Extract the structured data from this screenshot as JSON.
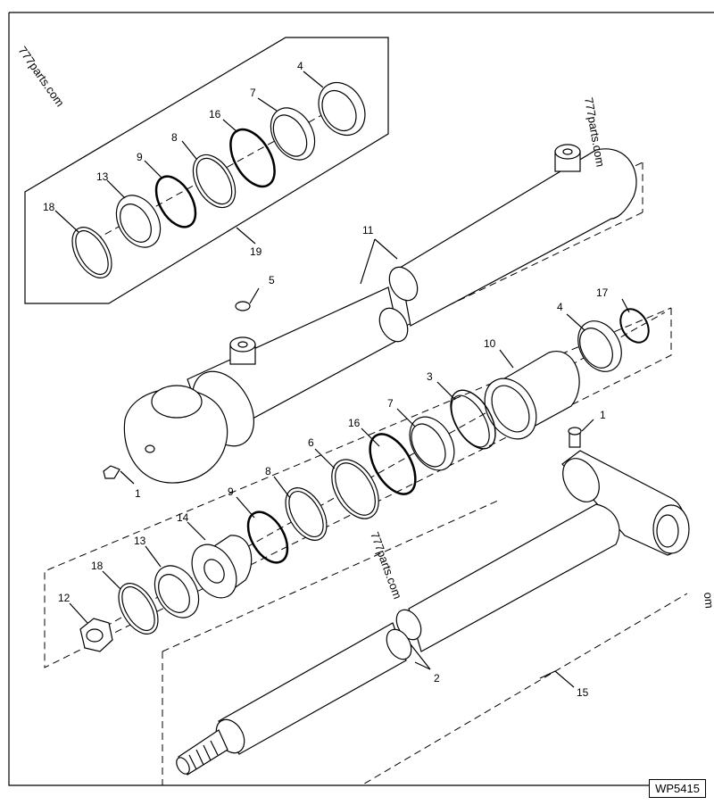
{
  "figure_id": "WP5415",
  "watermarks": [
    "777parts.com",
    "777parts.com",
    "777parts.com",
    "om"
  ],
  "callouts": {
    "c4a": "4",
    "c7a": "7",
    "c16a": "16",
    "c8a": "8",
    "c9a": "9",
    "c13a": "13",
    "c18a": "18",
    "c19": "19",
    "c11": "11",
    "c5": "5",
    "c17": "17",
    "c4b": "4",
    "c10": "10",
    "c3": "3",
    "c1a": "1",
    "c1b": "1",
    "c7b": "7",
    "c16b": "16",
    "c6": "6",
    "c8b": "8",
    "c9b": "9",
    "c14": "14",
    "c13b": "13",
    "c18b": "18",
    "c12": "12",
    "c2": "2",
    "c15": "15"
  }
}
